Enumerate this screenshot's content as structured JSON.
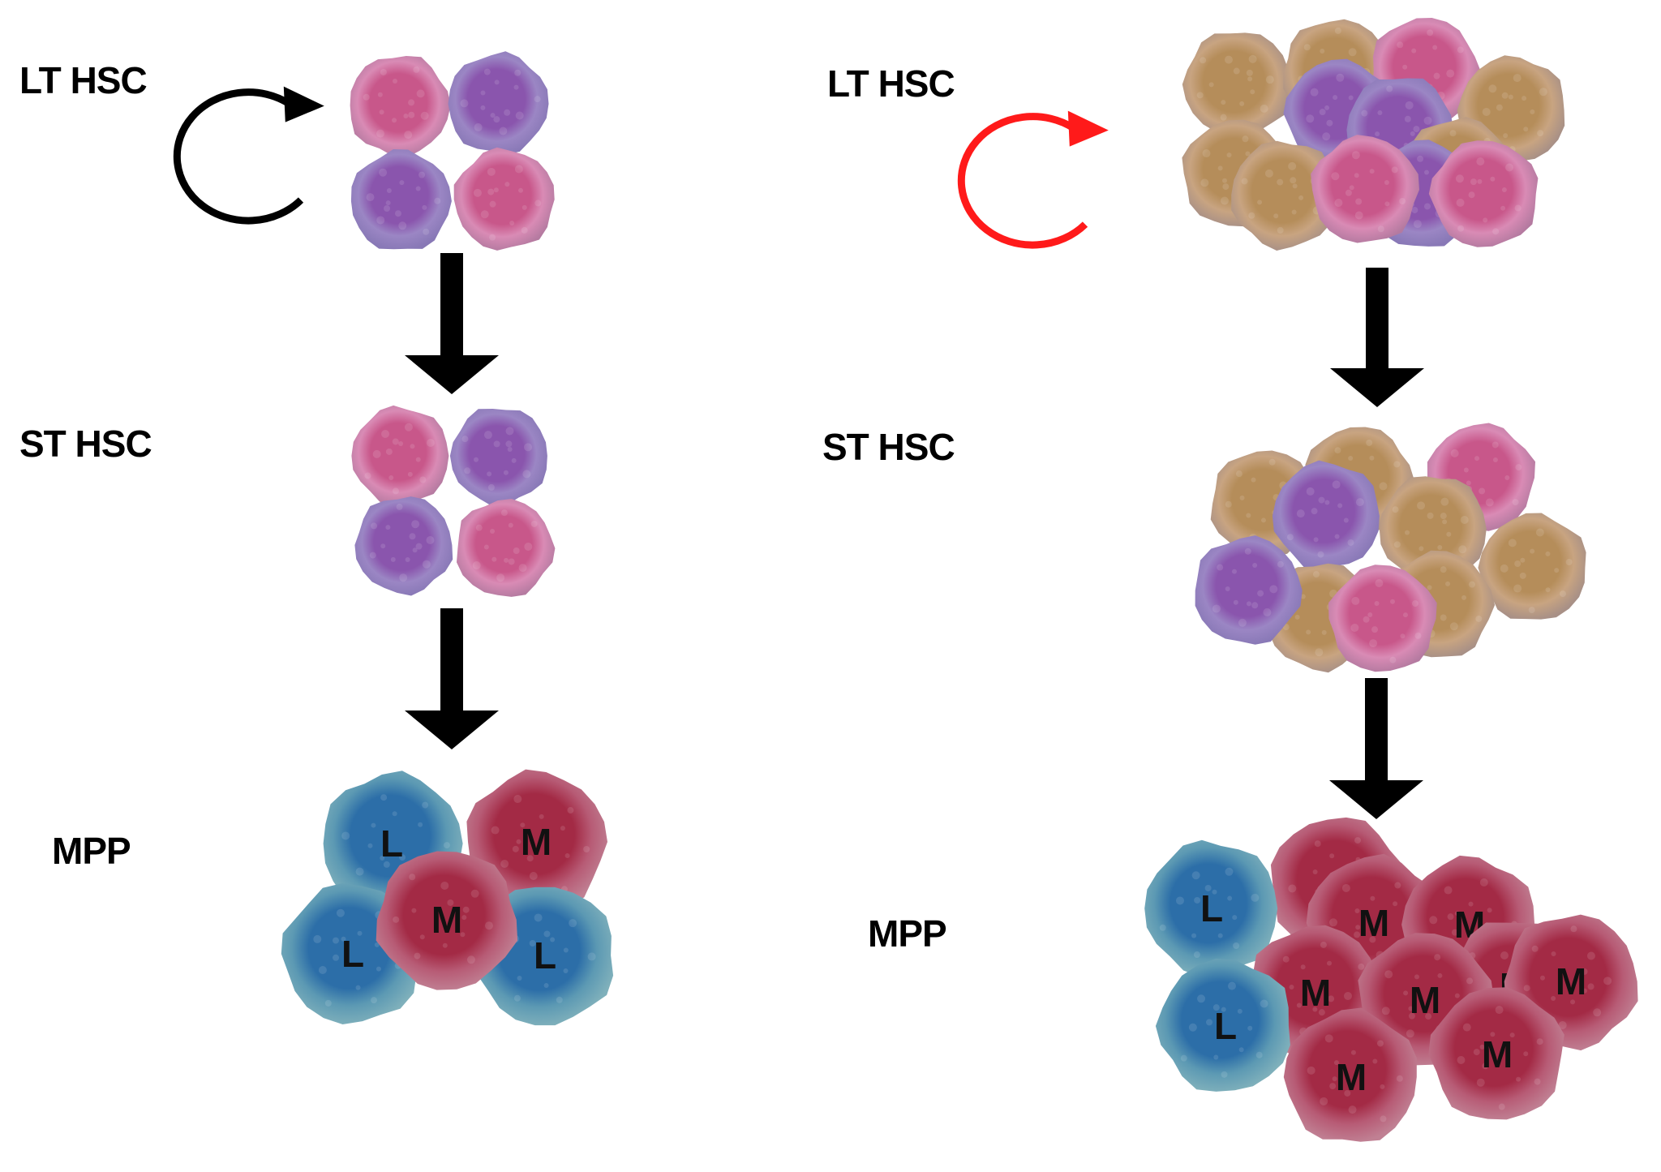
{
  "colors": {
    "pink": "#c8578a",
    "purple": "#8a55ad",
    "tan": "#b58d5a",
    "blue": "#2c6ea8",
    "red": "#a32a45",
    "arrow": "#000000",
    "cycle_normal": "#000000",
    "cycle_highlight": "#ff1a1a"
  },
  "left_panel": {
    "lt_label": "LT HSC",
    "st_label": "ST HSC",
    "mpp_label": "MPP",
    "self_renewal_icon": "circular-arrow-icon",
    "lt_cells": [
      "pink",
      "purple",
      "purple",
      "pink"
    ],
    "st_cells": [
      "pink",
      "purple",
      "purple",
      "pink"
    ],
    "mpp_cells": [
      {
        "type": "blue",
        "label": "L"
      },
      {
        "type": "red",
        "label": "M"
      },
      {
        "type": "blue",
        "label": "L"
      },
      {
        "type": "blue",
        "label": "L"
      },
      {
        "type": "red",
        "label": "M"
      }
    ]
  },
  "right_panel": {
    "lt_label": "LT HSC",
    "st_label": "ST HSC",
    "mpp_label": "MPP",
    "self_renewal_icon": "circular-arrow-icon",
    "lt_cells": [
      "tan",
      "tan",
      "pink",
      "tan",
      "purple",
      "tan",
      "tan",
      "purple",
      "tan",
      "purple",
      "pink",
      "pink"
    ],
    "st_cells": [
      "tan",
      "tan",
      "pink",
      "tan",
      "purple",
      "tan",
      "tan",
      "purple",
      "tan",
      "pink"
    ],
    "mpp_cells": [
      {
        "type": "red",
        "label": ""
      },
      {
        "type": "red",
        "label": "M"
      },
      {
        "type": "red",
        "label": "M"
      },
      {
        "type": "blue",
        "label": "L"
      },
      {
        "type": "red",
        "label": "M"
      },
      {
        "type": "red",
        "label": "M"
      },
      {
        "type": "red",
        "label": "M"
      },
      {
        "type": "red",
        "label": "M"
      },
      {
        "type": "red",
        "label": "M"
      },
      {
        "type": "blue",
        "label": "L"
      }
    ]
  }
}
